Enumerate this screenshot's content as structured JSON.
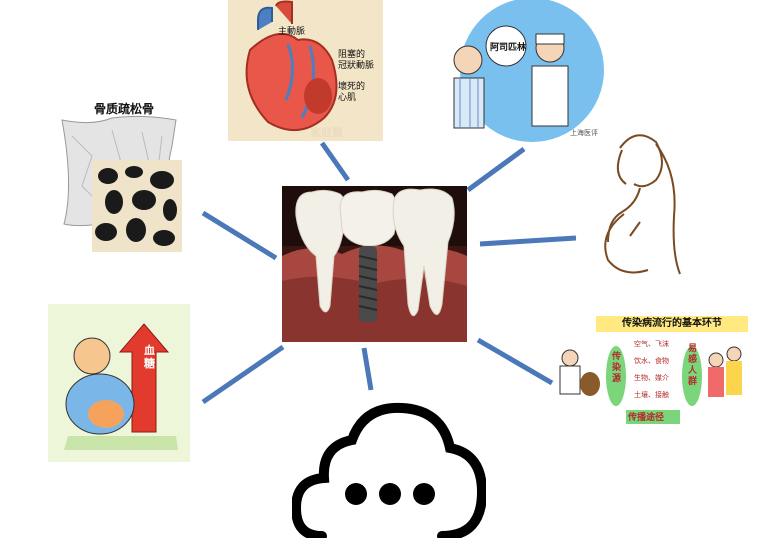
{
  "center": {
    "description_icon": "tooth-implant-photo"
  },
  "spokes_color": "#4a78b8",
  "panels": {
    "osteoporosis": {
      "title": "骨质疏松骨"
    },
    "heart": {
      "aorta": "主動脈",
      "blocked_line1": "阻塞的",
      "blocked_line2": "冠狀動脈",
      "necrotic_line1": "壞死的",
      "necrotic_line2": "心肌",
      "watermark": "家庭醫"
    },
    "doctor": {
      "sign": "阿司匹林",
      "credit": "上海医评"
    },
    "infection": {
      "title": "传染病流行的基本环节",
      "source": "传染源",
      "route": "传播途径",
      "susceptible": "易感人群",
      "items": [
        "空气、飞沫",
        "饮水、食物",
        "生物、媒介",
        "土壤、接触"
      ]
    },
    "diabetes": {
      "sign": "血糖"
    },
    "more": {
      "icon": "cloud-more-icon"
    }
  }
}
